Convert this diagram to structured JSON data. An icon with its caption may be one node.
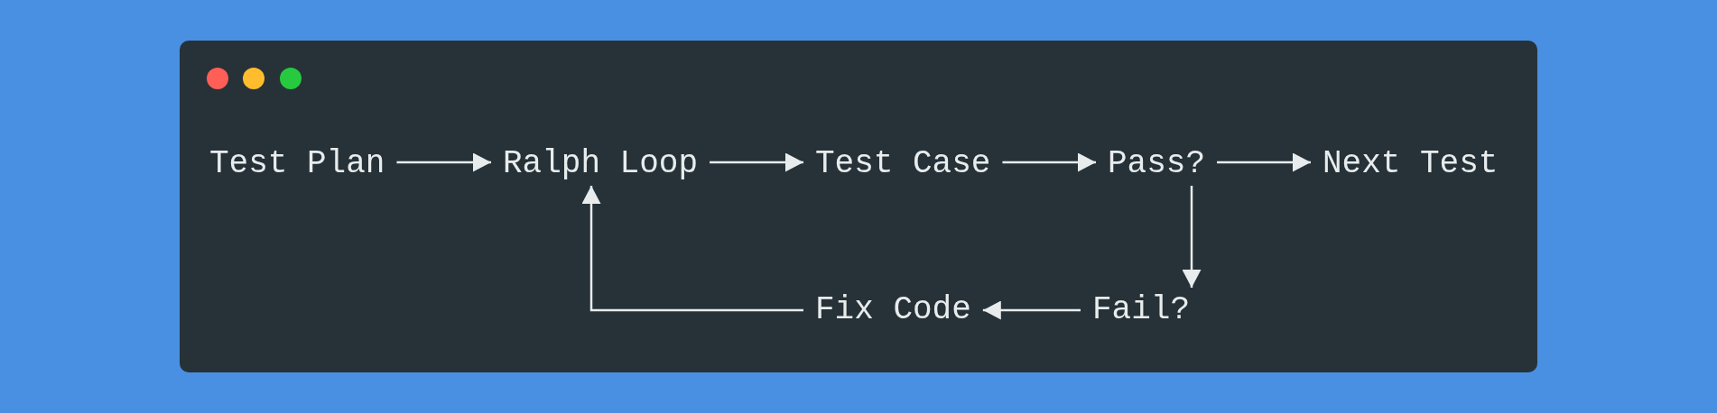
{
  "diagram": {
    "nodes": [
      {
        "text": [
          "Test Plan"
        ]
      },
      {
        "text": [
          "Ralph Loop"
        ]
      },
      {
        "text": [
          "Test Case"
        ]
      },
      {
        "text": [
          "Pass?"
        ]
      },
      {
        "text": [
          "Next Test"
        ]
      },
      {
        "text": [
          "Fix Code"
        ]
      },
      {
        "text": [
          "Fail?"
        ]
      }
    ],
    "edges": [
      {
        "from": 0,
        "to": 1,
        "arrow": "to"
      },
      {
        "from": 1,
        "to": 2,
        "arrow": "to"
      },
      {
        "from": 2,
        "to": 3,
        "arrow": "to"
      },
      {
        "from": 3,
        "to": 4,
        "arrow": "to"
      },
      {
        "from": 3,
        "to": 6,
        "arrow": "to"
      },
      {
        "from": 6,
        "to": 5,
        "arrow": "to"
      },
      {
        "from": 5,
        "to": 1,
        "arrow": "to"
      }
    ]
  }
}
